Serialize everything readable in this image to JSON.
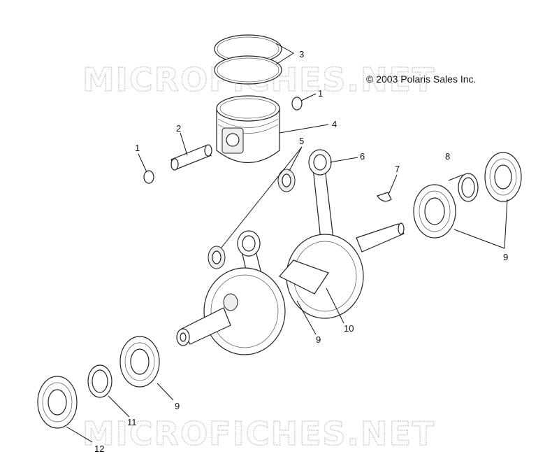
{
  "watermark_text": "MICROFICHES.NET",
  "copyright": "© 2003 Polaris Sales Inc.",
  "callouts": {
    "c1a": "1",
    "c1b": "1",
    "c2": "2",
    "c3": "3",
    "c4": "4",
    "c5": "5",
    "c6": "6",
    "c7": "7",
    "c8": "8",
    "c9a": "9",
    "c9b": "9",
    "c9c": "9",
    "c10": "10",
    "c11": "11",
    "c12": "12"
  }
}
